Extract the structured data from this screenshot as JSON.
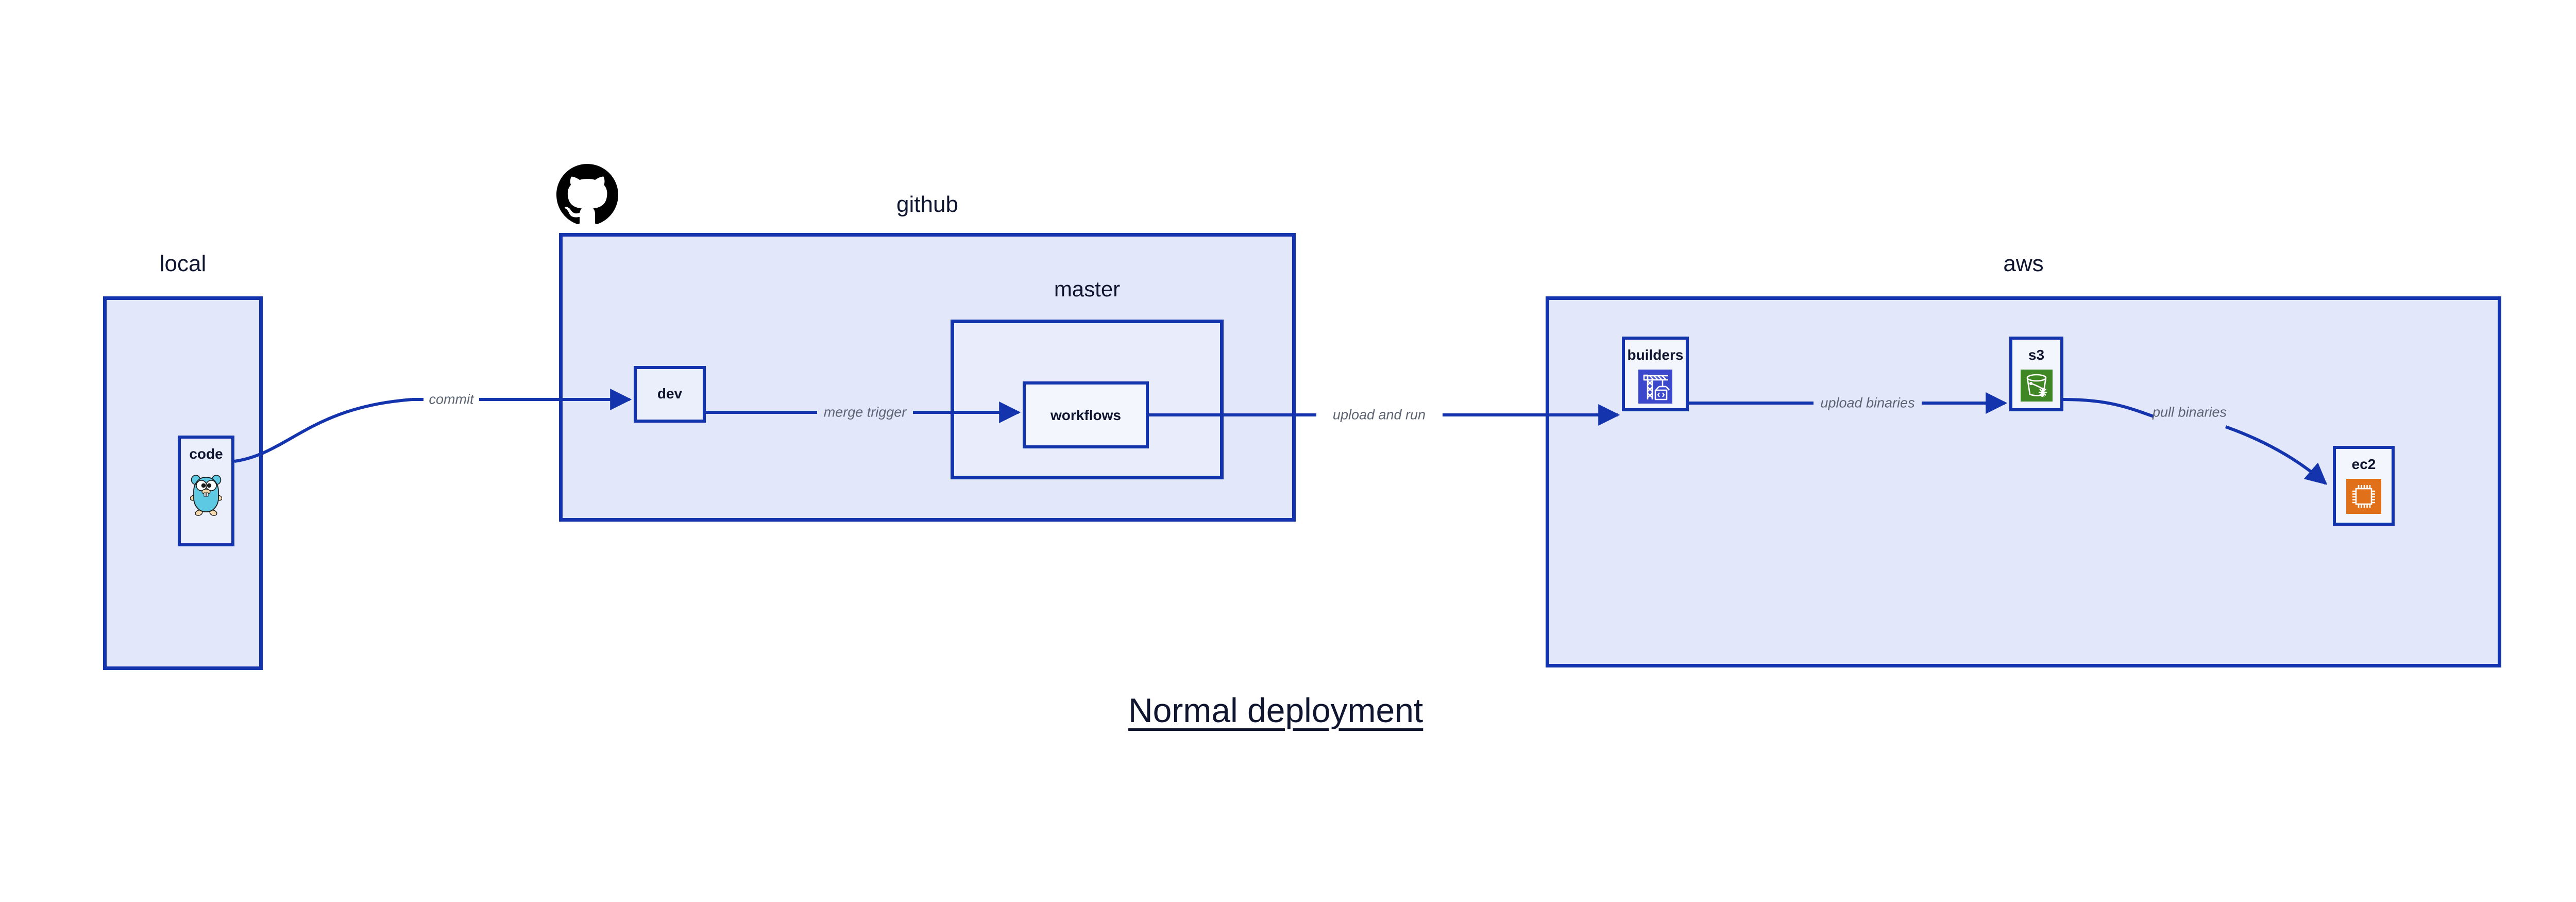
{
  "diagram": {
    "title": "Normal deployment",
    "colors": {
      "border": "#1434AD",
      "group_fill": "#E2E7FA",
      "inner_group_fill": "#E9EDFB",
      "node_fill": "#EBEFFB",
      "pale_node_fill": "#F4F6FD",
      "edge_line": "#1434AD",
      "edge_label_text": "#5C6472",
      "title_text": "#101630",
      "builders_icon_bg": "#3B48CC",
      "s3_icon_bg": "#3F8624",
      "ec2_icon_bg": "#E0701A",
      "gopher_body": "#5DC9E2",
      "github_logo": "#000000"
    },
    "groups": [
      {
        "key": "local",
        "label": "local"
      },
      {
        "key": "github",
        "label": "github"
      },
      {
        "key": "master",
        "label": "master"
      },
      {
        "key": "aws",
        "label": "aws"
      }
    ],
    "nodes": [
      {
        "key": "code",
        "label": "code",
        "icon": "go-gopher-icon",
        "group": "local"
      },
      {
        "key": "dev",
        "label": "dev",
        "icon": null,
        "group": "github"
      },
      {
        "key": "workflows",
        "label": "workflows",
        "icon": null,
        "group": "master"
      },
      {
        "key": "builders",
        "label": "builders",
        "icon": "aws-crane-icon",
        "group": "aws"
      },
      {
        "key": "s3",
        "label": "s3",
        "icon": "aws-bucket-icon",
        "group": "aws"
      },
      {
        "key": "ec2",
        "label": "ec2",
        "icon": "aws-cpu-chip-icon",
        "group": "aws"
      }
    ],
    "edges": [
      {
        "key": "commit",
        "label": "commit",
        "from": "code",
        "to": "dev"
      },
      {
        "key": "merge-trigger",
        "label": "merge trigger",
        "from": "dev",
        "to": "workflows"
      },
      {
        "key": "upload-and-run",
        "label": "upload and run",
        "from": "workflows",
        "to": "builders"
      },
      {
        "key": "upload-binaries",
        "label": "upload binaries",
        "from": "builders",
        "to": "s3"
      },
      {
        "key": "pull-binaries",
        "label": "pull binaries",
        "from": "s3",
        "to": "ec2"
      }
    ],
    "logos": [
      {
        "key": "github-logo",
        "name": "github-octocat-icon"
      }
    ]
  }
}
